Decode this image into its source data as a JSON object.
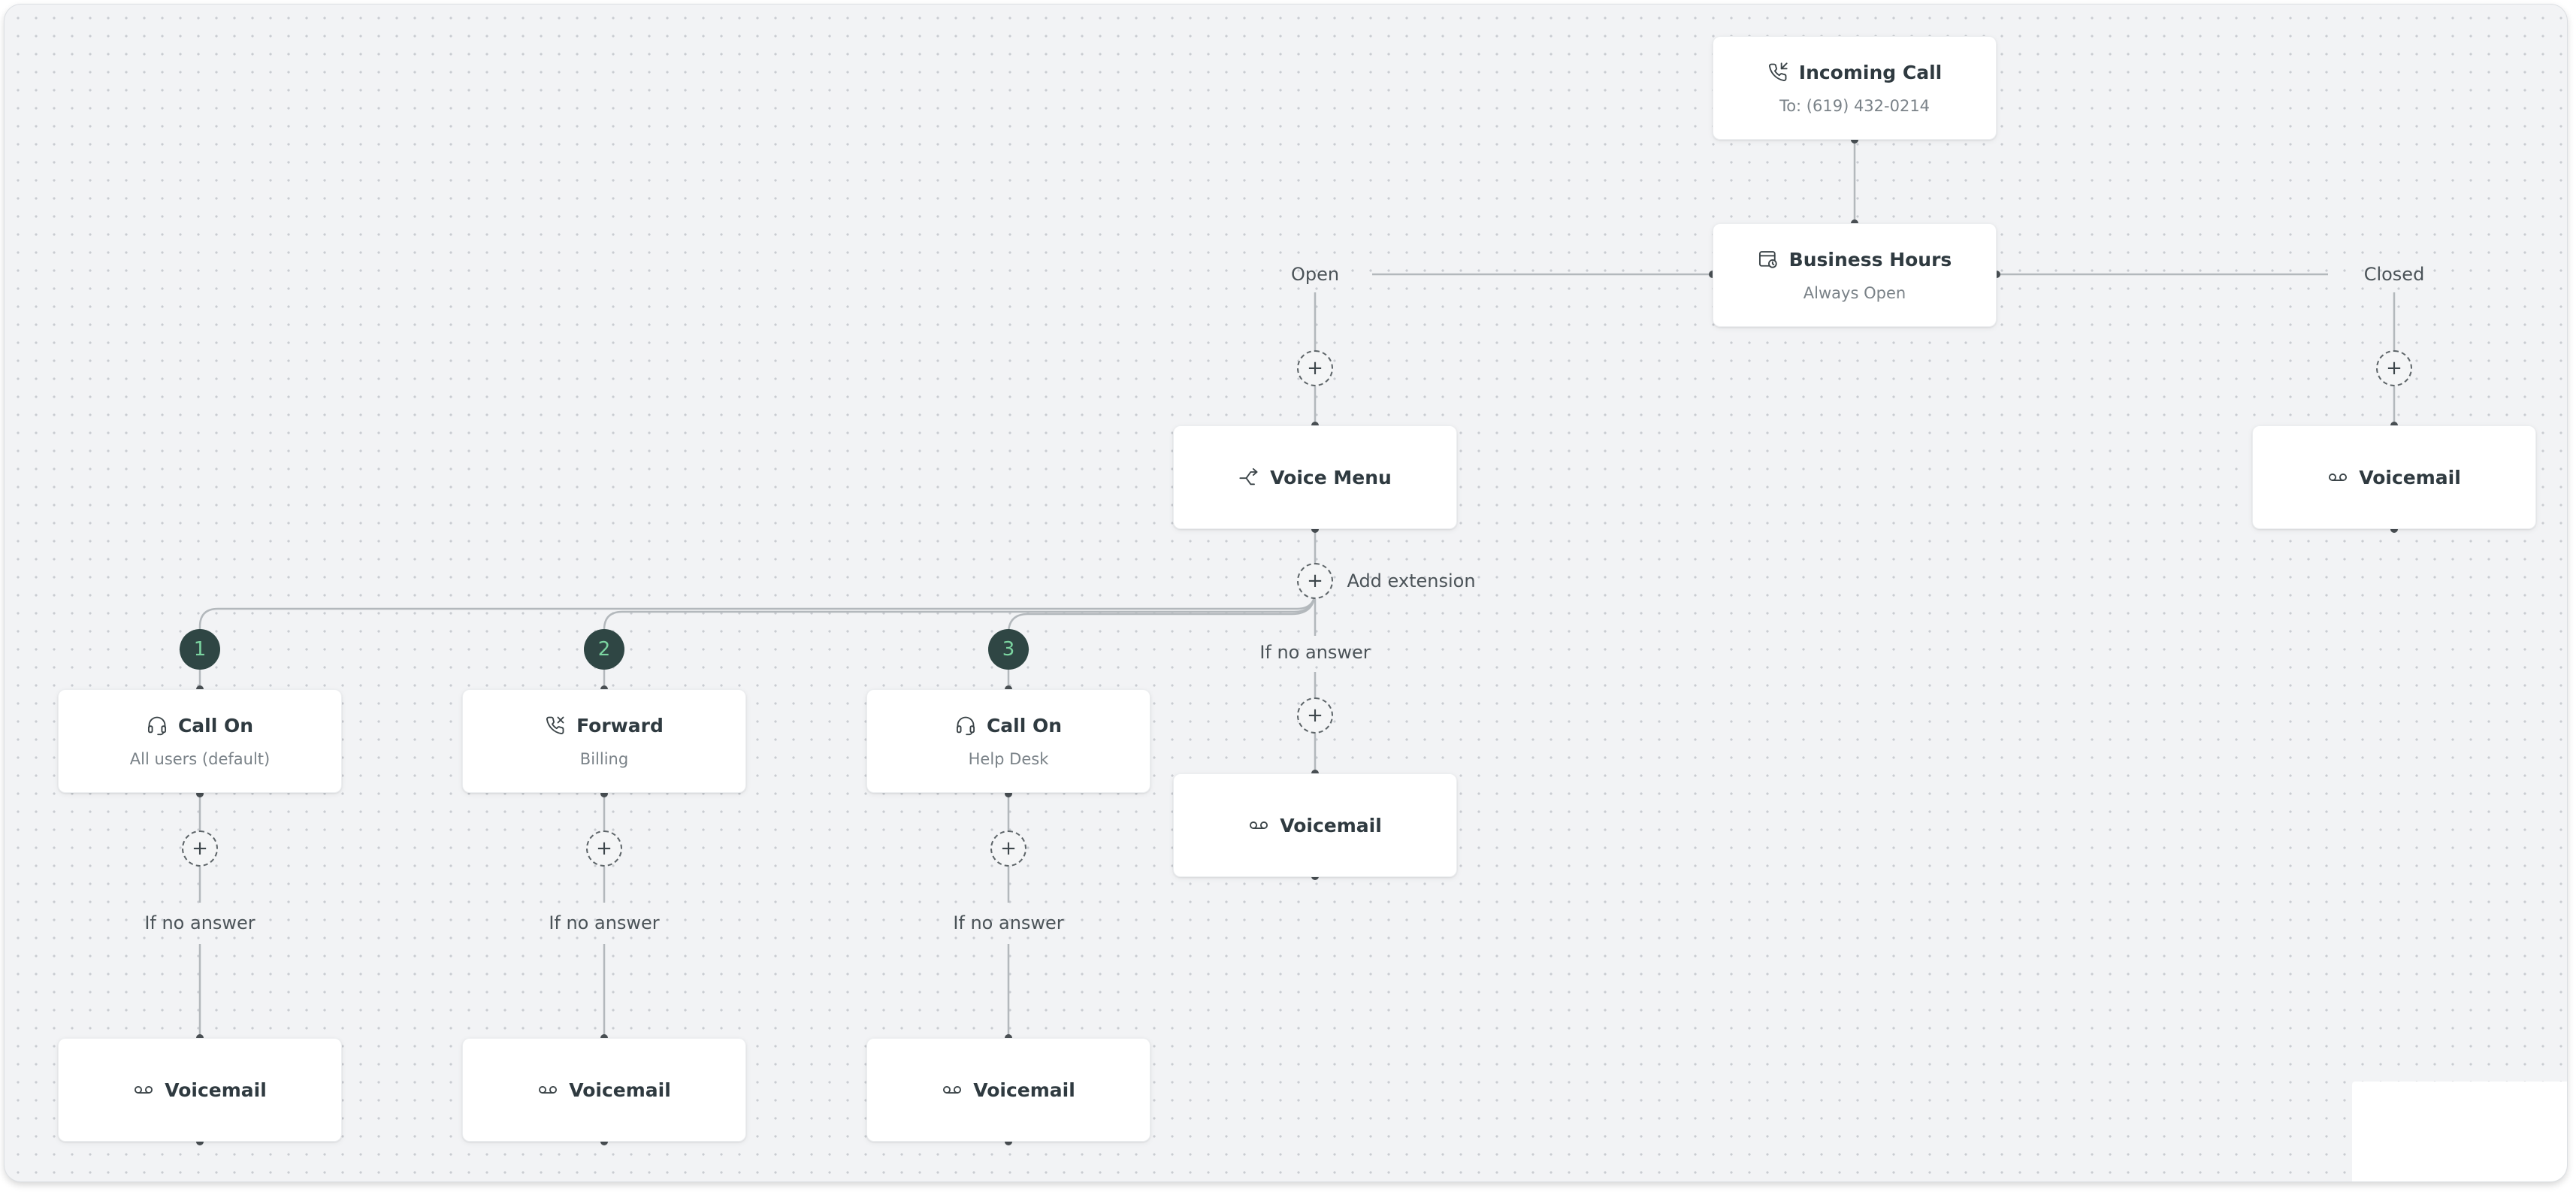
{
  "nodes": {
    "incoming_call": {
      "title": "Incoming Call",
      "subtitle": "To: (619) 432-0214",
      "icon": "phone-incoming-icon"
    },
    "business_hours": {
      "title": "Business Hours",
      "subtitle": "Always Open",
      "icon": "calendar-clock-icon"
    },
    "voice_menu": {
      "title": "Voice Menu",
      "icon": "route-icon"
    },
    "voicemail_closed": {
      "title": "Voicemail",
      "icon": "voicemail-icon"
    },
    "voicemail_menu": {
      "title": "Voicemail",
      "icon": "voicemail-icon"
    },
    "call_on_1": {
      "title": "Call On",
      "subtitle": "All users (default)",
      "icon": "headset-icon"
    },
    "forward_2": {
      "title": "Forward",
      "subtitle": "Billing",
      "icon": "phone-forward-icon"
    },
    "call_on_3": {
      "title": "Call On",
      "subtitle": "Help Desk",
      "icon": "headset-icon"
    },
    "voicemail_1": {
      "title": "Voicemail",
      "icon": "voicemail-icon"
    },
    "voicemail_2": {
      "title": "Voicemail",
      "icon": "voicemail-icon"
    },
    "voicemail_3": {
      "title": "Voicemail",
      "icon": "voicemail-icon"
    }
  },
  "labels": {
    "open": "Open",
    "closed": "Closed",
    "add_extension": "Add extension",
    "if_no_answer": "If no answer"
  },
  "badges": [
    "1",
    "2",
    "3"
  ],
  "add_symbol": "+",
  "colors": {
    "canvas": "#f2f3f5",
    "edge": "#b3b8bc",
    "handle": "#4a5054",
    "badge_bg": "#2f4644",
    "badge_text": "#7bd4a0"
  }
}
